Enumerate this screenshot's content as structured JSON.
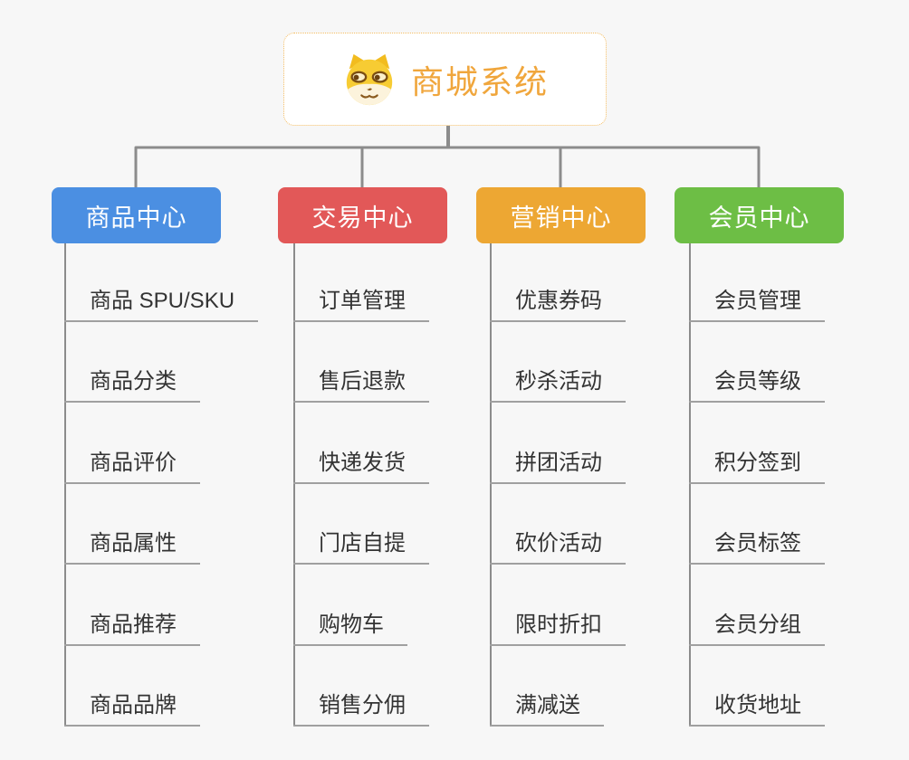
{
  "root": {
    "title": "商城系统",
    "icon": "doge-icon"
  },
  "branches": [
    {
      "label": "商品中心",
      "color": "#4B8FE2",
      "children": [
        "商品 SPU/SKU",
        "商品分类",
        "商品评价",
        "商品属性",
        "商品推荐",
        "商品品牌"
      ]
    },
    {
      "label": "交易中心",
      "color": "#E25858",
      "children": [
        "订单管理",
        "售后退款",
        "快递发货",
        "门店自提",
        "购物车",
        "销售分佣"
      ]
    },
    {
      "label": "营销中心",
      "color": "#EDA733",
      "children": [
        "优惠券码",
        "秒杀活动",
        "拼团活动",
        "砍价活动",
        "限时折扣",
        "满减送"
      ]
    },
    {
      "label": "会员中心",
      "color": "#6DBE45",
      "children": [
        "会员管理",
        "会员等级",
        "积分签到",
        "会员标签",
        "会员分组",
        "收货地址"
      ]
    }
  ],
  "palette": {
    "background": "#F7F7F7",
    "connector": "#8C8C8C",
    "underline": "#A0A0A0",
    "root_border": "#F3BC62",
    "root_text": "#F0A63C",
    "leaf_text": "#333333",
    "branch_text": "#FFFFFF"
  }
}
